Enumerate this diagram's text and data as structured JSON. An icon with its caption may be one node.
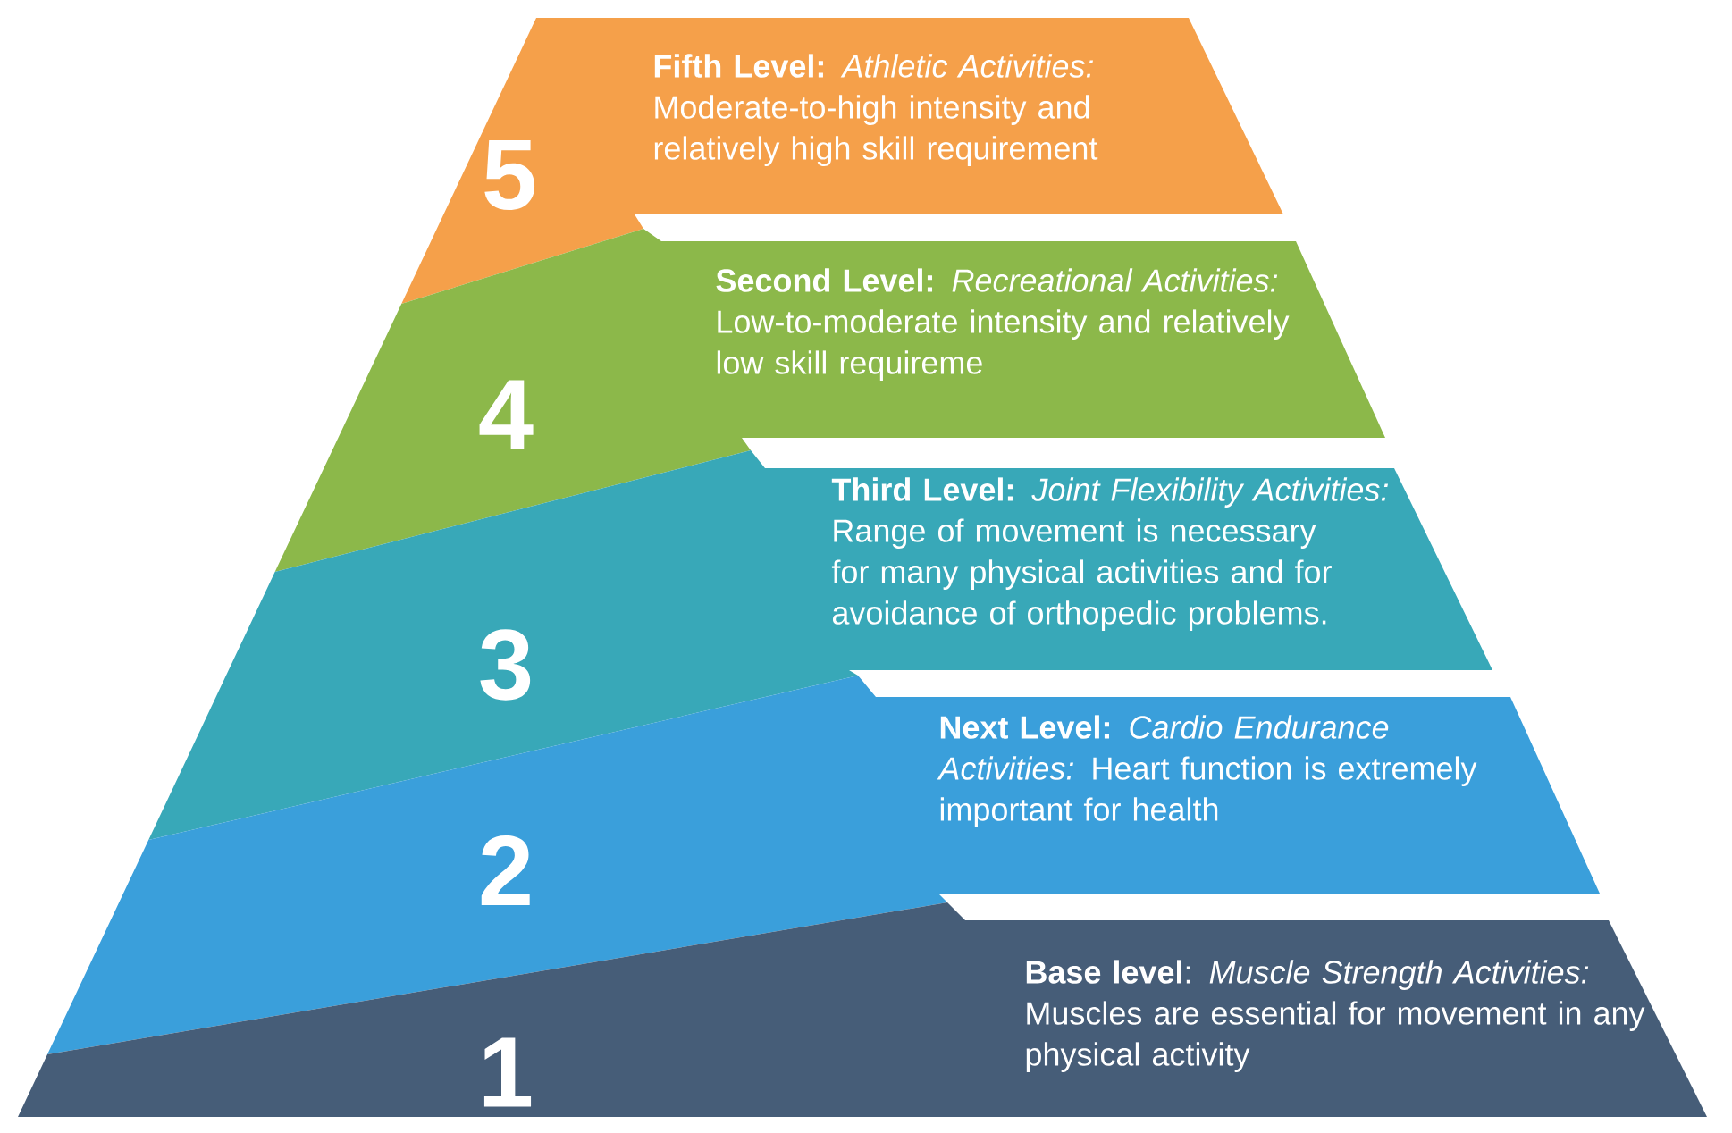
{
  "diagram": {
    "nodes": [
      {
        "text": [
          "5",
          "**Fifth Level:** *Athletic Activities:* Moderate-to-high intensity and relatively high skill requirement"
        ]
      },
      {
        "text": [
          "4",
          "**Second Level:** *Recreational Activities:* Low-to-moderate intensity and relatively low skill requireme"
        ]
      },
      {
        "text": [
          "3",
          "**Third Level:** *Joint Flexibility Activities:* Range of movement is necessary for many physical activities and for avoidance of orthopedic problems."
        ]
      },
      {
        "text": [
          "2",
          "**Next Level:** *Cardio Endurance Activities:* Heart function is extremely important for health"
        ]
      },
      {
        "text": [
          "1",
          "**Base level**: *Muscle Strength Activities:* Muscles are essential for movement in any physical activity"
        ]
      }
    ]
  }
}
